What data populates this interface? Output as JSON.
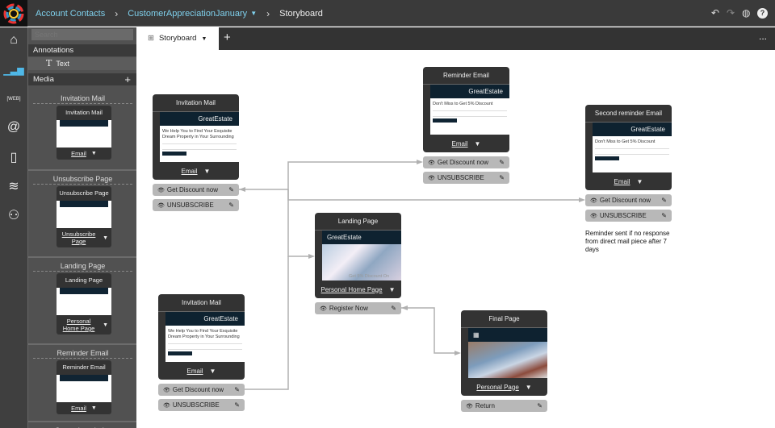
{
  "header": {
    "breadcrumbs": [
      "Account Contacts",
      "CustomerAppreciationJanuary",
      "Storyboard"
    ],
    "crumb_dropdown_icon": "caret-down-icon",
    "icons": [
      "undo-icon",
      "redo-icon",
      "globe-icon",
      "help-icon"
    ]
  },
  "nav": [
    "home-icon",
    "analytics-icon",
    "web-icon",
    "email-at-icon",
    "document-icon",
    "database-icon",
    "workflow-icon"
  ],
  "panel": {
    "search_placeholder": "Search",
    "annotations_label": "Annotations",
    "text_item": "Text",
    "media_label": "Media",
    "media": [
      {
        "section": "Invitation Mail",
        "title": "Invitation Mail",
        "type": "Email"
      },
      {
        "section": "Unsubscribe Page",
        "title": "Unsubscribe Page",
        "type": "Unsubscribe Page"
      },
      {
        "section": "Landing Page",
        "title": "Landing Page",
        "type": "Personal Home Page"
      },
      {
        "section": "Reminder Email",
        "title": "Reminder Email",
        "type": "Email"
      },
      {
        "section": "Second reminder",
        "title": "",
        "type": ""
      }
    ]
  },
  "tabs": {
    "active": "Storyboard",
    "add": "+",
    "more": "..."
  },
  "brand": "GreatEstate",
  "nodes": [
    {
      "title": "Invitation Mail",
      "type": "Email",
      "preview": "We Help You to Find Your Exquisite Dream Property in Your Surrounding",
      "kind": "email",
      "actions": [
        "Get Discount now",
        "UNSUBSCRIBE"
      ]
    },
    {
      "title": "Reminder Email",
      "type": "Email",
      "preview": "Don't Miss to Get 5% Discount",
      "kind": "email",
      "actions": [
        "Get Discount now",
        "UNSUBSCRIBE"
      ]
    },
    {
      "title": "Second reminder Email",
      "type": "Email",
      "preview": "Don't Miss to Get 5% Discount",
      "kind": "email",
      "actions": [
        "Get Discount now",
        "UNSUBSCRIBE"
      ]
    },
    {
      "title": "Landing Page",
      "type": "Personal Home Page",
      "preview": "Get 5% Discount On",
      "kind": "page",
      "actions": [
        "Register Now"
      ]
    },
    {
      "title": "Invitation Mail",
      "type": "Email",
      "preview": "We Help You to Find Your Exquisite Dream Property in Your Surrounding",
      "kind": "email",
      "actions": [
        "Get Discount now",
        "UNSUBSCRIBE"
      ]
    },
    {
      "title": "Final Page",
      "type": "Personal Page",
      "preview": "",
      "kind": "final",
      "actions": [
        "Return"
      ]
    }
  ],
  "note": "Reminder sent if no response from direct mail piece after 7 days",
  "colors": {
    "topbar": "#3a3a3a",
    "link": "#7fd0ec",
    "action": "#b8b8b8",
    "node": "#333333",
    "connector": "#b0b0b0"
  }
}
